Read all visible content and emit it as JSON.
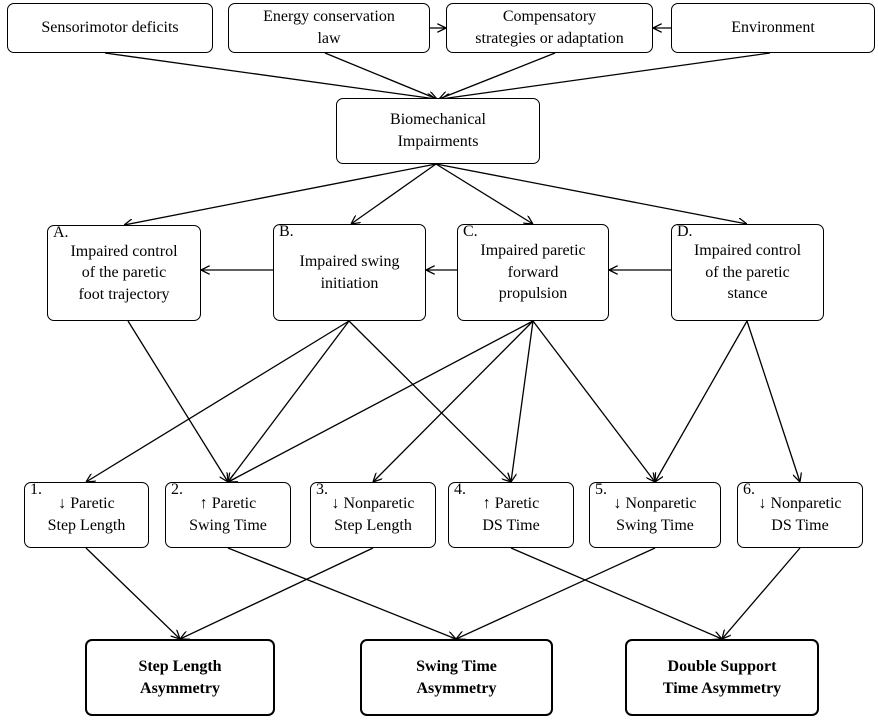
{
  "top_factors": {
    "sensorimotor": "Sensorimotor deficits",
    "energy": "Energy conservation\nlaw",
    "compensatory": "Compensatory\nstrategies or adaptation",
    "environment": "Environment"
  },
  "center": {
    "biomech": "Biomechanical\nImpairments"
  },
  "impairments": [
    {
      "tag": "A.",
      "label": "Impaired control\nof the paretic\nfoot trajectory"
    },
    {
      "tag": "B.",
      "label": "Impaired swing\ninitiation"
    },
    {
      "tag": "C.",
      "label": "Impaired paretic\nforward\npropulsion"
    },
    {
      "tag": "D.",
      "label": "Impaired control\nof the paretic\nstance"
    }
  ],
  "gait_parameters": [
    {
      "tag": "1.",
      "label": "↓ Paretic\nStep Length"
    },
    {
      "tag": "2.",
      "label": "↑ Paretic\nSwing Time"
    },
    {
      "tag": "3.",
      "label": "↓ Nonparetic\nStep Length"
    },
    {
      "tag": "4.",
      "label": "↑ Paretic\nDS Time"
    },
    {
      "tag": "5.",
      "label": "↓ Nonparetic\nSwing Time"
    },
    {
      "tag": "6.",
      "label": "↓ Nonparetic\nDS Time"
    }
  ],
  "outcomes": {
    "step_length": "Step Length\nAsymmetry",
    "swing_time": "Swing Time\nAsymmetry",
    "double_support": "Double Support\nTime Asymmetry"
  }
}
